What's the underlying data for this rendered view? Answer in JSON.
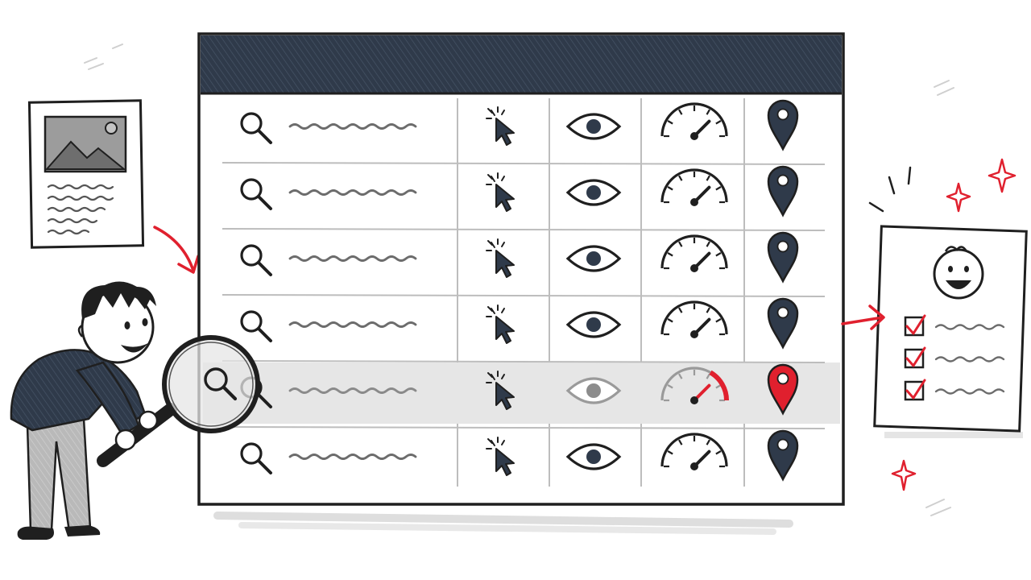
{
  "colors": {
    "ink": "#1f1f1f",
    "navy": "#2f3a4a",
    "accent": "#e0202e",
    "muted": "#9a9a9a",
    "highlight": "#e6e6e6",
    "paper": "#ffffff"
  },
  "table": {
    "rows": [
      {
        "id": "row-1",
        "highlighted": false
      },
      {
        "id": "row-2",
        "highlighted": false
      },
      {
        "id": "row-3",
        "highlighted": false
      },
      {
        "id": "row-4",
        "highlighted": false
      },
      {
        "id": "row-5",
        "highlighted": true
      },
      {
        "id": "row-6",
        "highlighted": false
      }
    ],
    "columns": [
      "search-icon",
      "cursor-click-icon",
      "eye-icon",
      "gauge-icon",
      "location-pin-icon"
    ]
  },
  "source_document": {
    "icons": [
      "image-icon"
    ]
  },
  "result_card": {
    "icons": [
      "smiley-face-icon",
      "checkbox-checked-icon"
    ],
    "checked_items": 3
  }
}
